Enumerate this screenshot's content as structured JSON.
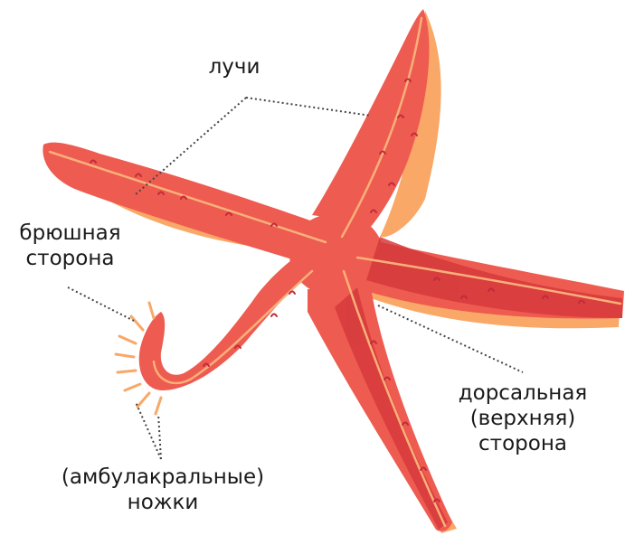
{
  "labels": {
    "rays": "лучи",
    "ventral": [
      "брюшная",
      "сторона"
    ],
    "dorsal": [
      "дорсальная",
      "(верхняя)",
      "сторона"
    ],
    "feet": [
      "(амбулакральные)",
      "ножки"
    ]
  },
  "colors": {
    "body": "#ee5b50",
    "body_dark": "#d63a3c",
    "underside": "#f9a867",
    "center_line": "#f8b07a",
    "bumps": "#c22b3b",
    "leader": "#444444"
  }
}
